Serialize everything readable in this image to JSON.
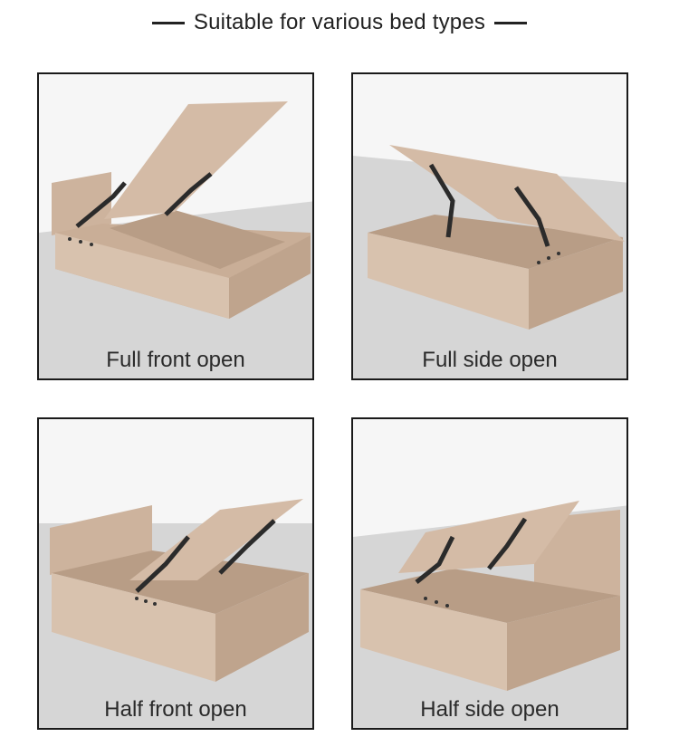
{
  "title": "Suitable for various bed types",
  "panels": [
    {
      "caption": "Full front open"
    },
    {
      "caption": "Full side open"
    },
    {
      "caption": "Half front open"
    },
    {
      "caption": "Half side open"
    }
  ],
  "colors": {
    "wood_light": "#d9c4b1",
    "wood_mid": "#c7ae98",
    "wood_dark": "#b79c86",
    "floor": "#d3d3d3",
    "hinge": "#2b2b2b",
    "frame": "#1a1a1a"
  }
}
